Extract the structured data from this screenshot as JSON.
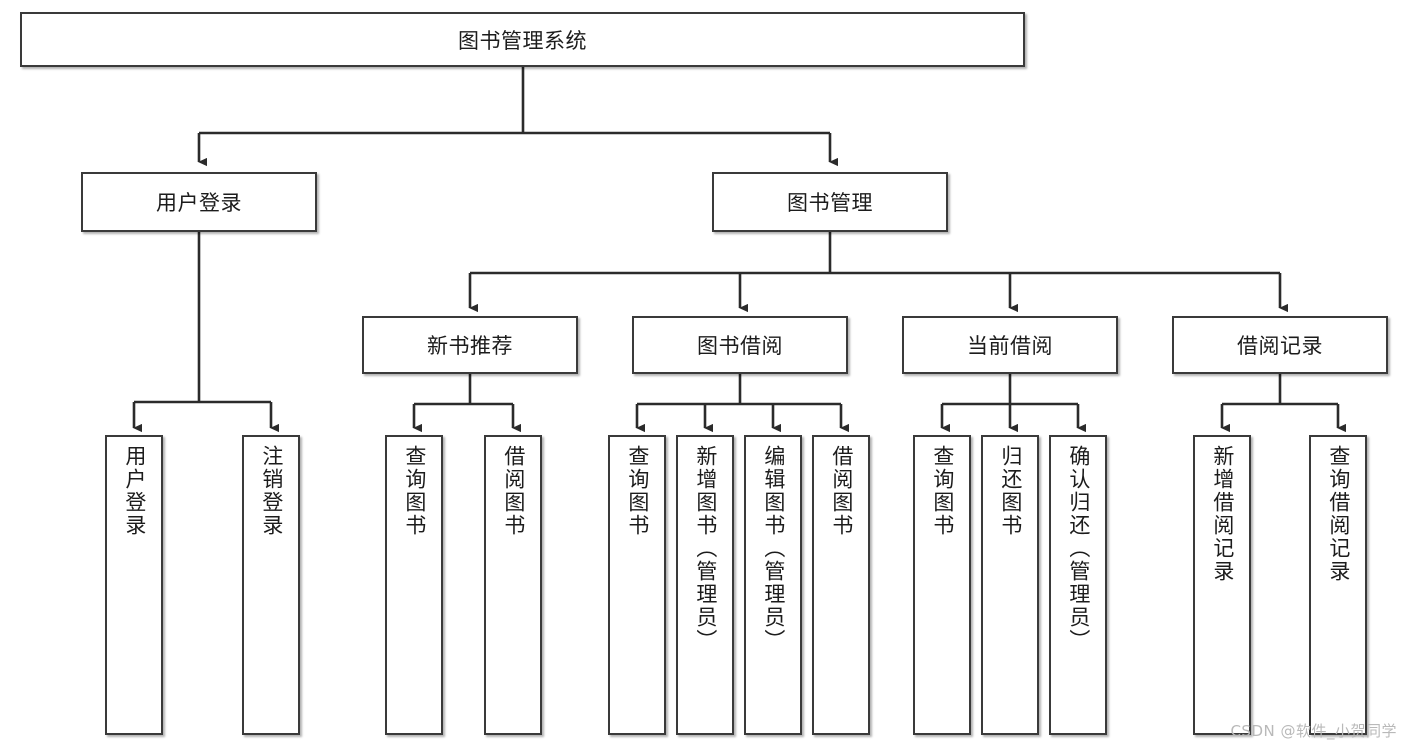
{
  "diagram": {
    "title": "图书管理系统",
    "type": "tree-hierarchy-diagram",
    "root": {
      "id": "root",
      "label": "图书管理系统"
    },
    "level2": [
      {
        "id": "user-login",
        "label": "用户登录"
      },
      {
        "id": "book-manage",
        "label": "图书管理"
      }
    ],
    "level3": [
      {
        "id": "new-book-rec",
        "label": "新书推荐"
      },
      {
        "id": "book-borrow",
        "label": "图书借阅"
      },
      {
        "id": "current-borrow",
        "label": "当前借阅"
      },
      {
        "id": "borrow-record",
        "label": "借阅记录"
      }
    ],
    "leaves": {
      "user_login": [
        {
          "id": "leaf-user-login",
          "label": "用户登录"
        },
        {
          "id": "leaf-logout",
          "label": "注销登录"
        }
      ],
      "new_book_rec": [
        {
          "id": "leaf-query-book-1",
          "label": "查询图书"
        },
        {
          "id": "leaf-borrow-book-1",
          "label": "借阅图书"
        }
      ],
      "book_borrow": [
        {
          "id": "leaf-query-book-2",
          "label": "查询图书"
        },
        {
          "id": "leaf-add-book",
          "label": "新增图书（管理员）"
        },
        {
          "id": "leaf-edit-book",
          "label": "编辑图书（管理员）"
        },
        {
          "id": "leaf-borrow-book-2",
          "label": "借阅图书"
        }
      ],
      "current_borrow": [
        {
          "id": "leaf-query-book-3",
          "label": "查询图书"
        },
        {
          "id": "leaf-return-book",
          "label": "归还图书"
        },
        {
          "id": "leaf-confirm-return",
          "label": "确认归还（管理员）"
        }
      ],
      "borrow_record": [
        {
          "id": "leaf-add-record",
          "label": "新增借阅记录"
        },
        {
          "id": "leaf-query-record",
          "label": "查询借阅记录"
        }
      ]
    }
  },
  "watermark": {
    "text": "CSDN @软件_小贺同学"
  },
  "colors": {
    "border": "#3a3a3a",
    "text": "#1c1c1c",
    "background": "#ffffff",
    "edge": "#2b2b2b",
    "watermark": "#b9b9b9"
  }
}
